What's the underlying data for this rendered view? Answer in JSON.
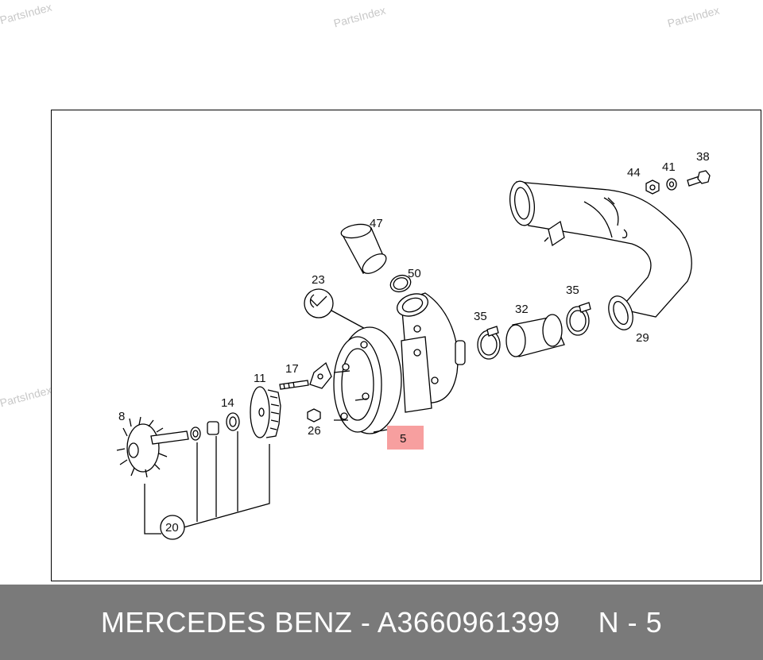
{
  "watermark_text": "PartsIndex",
  "diagram": {
    "part_labels": {
      "p8": "8",
      "p11": "11",
      "p14": "14",
      "p17": "17",
      "p20": "20",
      "p23": "23",
      "p26": "26",
      "p29": "29",
      "p32": "32",
      "p35a": "35",
      "p35b": "35",
      "p38": "38",
      "p41": "41",
      "p44": "44",
      "p47": "47",
      "p50": "50",
      "p5": "5"
    },
    "highlight_color": "#f05050"
  },
  "footer": {
    "title": "MERCEDES BENZ - A3660961399",
    "position": "N - 5"
  }
}
